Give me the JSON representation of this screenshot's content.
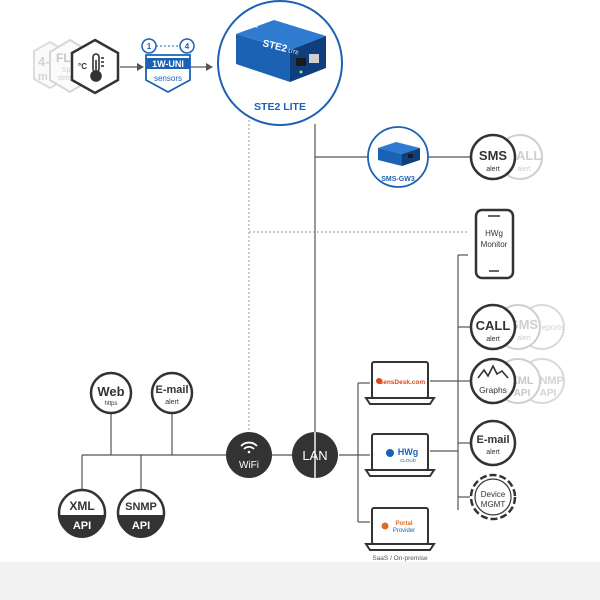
{
  "colors": {
    "line": "#555555",
    "dotted": "#9a9a9a",
    "blue": "#1b62b4",
    "blue_dark": "#0e3f7c",
    "dark_circle": "#333333",
    "ghost": "#cfcfcf",
    "bottom_band": "#f2f2f2"
  },
  "sensors": {
    "ghost_left_line1": "4-",
    "ghost_left_line2": "m",
    "ghost_mid_line1": "FLO",
    "ghost_mid_line2": "Sp",
    "ghost_mid_line3": "dete",
    "temp_unit": "°C",
    "temp_icon": "thermometer-icon",
    "badge_num_left": "1",
    "badge_num_right": "4",
    "badge_title": "1W-UNI",
    "badge_sub": "sensors"
  },
  "device": {
    "model": "STE2",
    "model_sub": "LITE",
    "brand": "HWg",
    "caption": "STE2 LITE"
  },
  "gateway": {
    "caption": "SMS-GW3"
  },
  "sms": {
    "title": "SMS",
    "sub": "alert",
    "ghost_title": "CALL",
    "ghost_sub": "alert"
  },
  "monitor": {
    "line1": "HWg",
    "line2": "Monitor",
    "icon": "smartphone-icon"
  },
  "call": {
    "title": "CALL",
    "sub": "alert",
    "ghost1_title": "SMS",
    "ghost1_sub": "alert",
    "ghost2_title": "Reports"
  },
  "graphs": {
    "title": "Graphs",
    "icon": "graph-icon",
    "ghost1_title": "XML",
    "ghost1_sub": "API",
    "ghost2_title": "SNMP",
    "ghost2_sub": "API"
  },
  "email_right": {
    "title": "E-mail",
    "sub": "alert"
  },
  "device_mgmt": {
    "line1": "Device",
    "line2": "MGMT",
    "icon": "gear-icon"
  },
  "laptops": {
    "sensdesk": "SensDesk.com",
    "hwg_cloud": "HWg",
    "hwg_cloud_sub": "CLOUD",
    "portal_line1": "Portal",
    "portal_line2": "Provider",
    "caption": "SaaS / On-premise"
  },
  "left": {
    "web_title": "Web",
    "web_sub": "https",
    "email_title": "E-mail",
    "email_sub": "alert",
    "xml_title": "XML",
    "xml_sub": "API",
    "snmp_title": "SNMP",
    "snmp_sub": "API"
  },
  "hubs": {
    "wifi_label": "WiFi",
    "wifi_icon": "wifi-icon",
    "lan_label": "LAN"
  }
}
